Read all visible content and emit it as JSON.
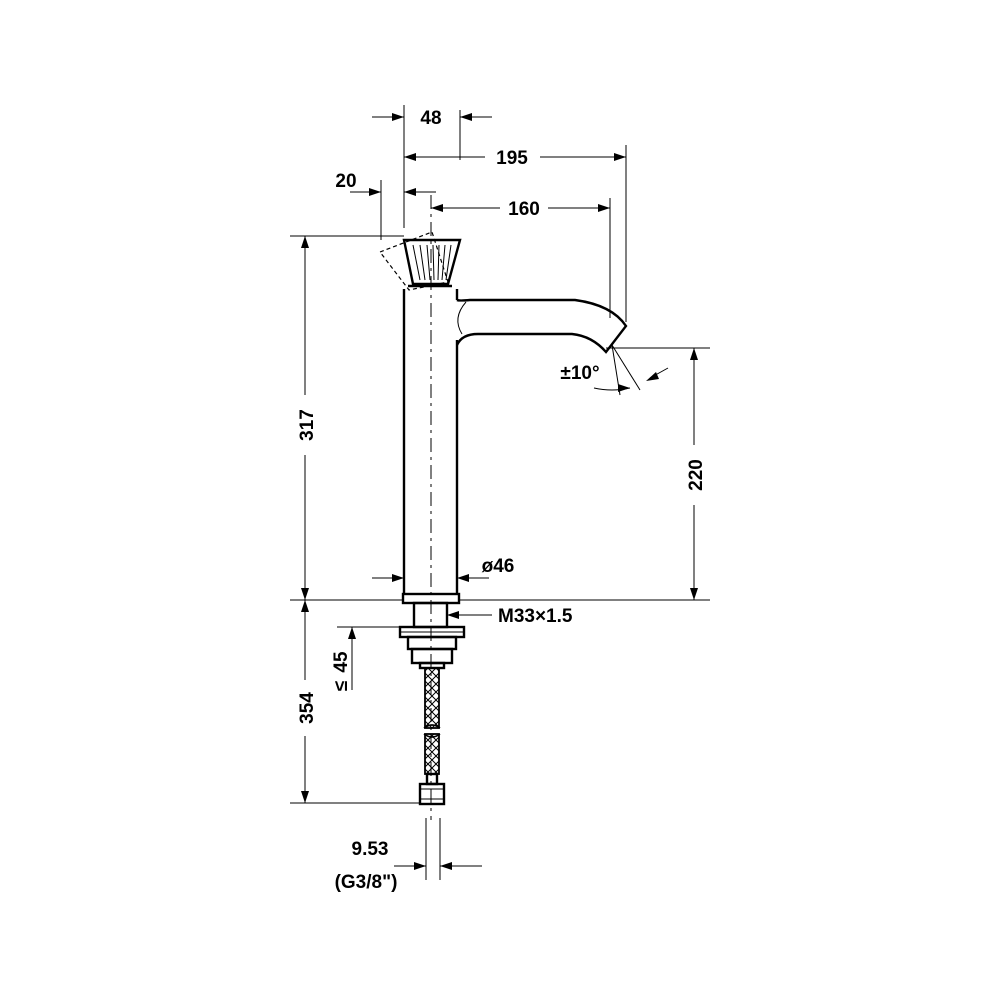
{
  "dimensions": {
    "d48": "48",
    "d195": "195",
    "d20": "20",
    "d160": "160",
    "d317": "317",
    "d220": "220",
    "angle": "±10°",
    "diameter": "ø46",
    "thread": "M33×1.5",
    "d45": "45",
    "d45_symbol": "≤",
    "d354": "354",
    "hose_size": "9.53",
    "hose_thread": "(G3/8\")"
  }
}
